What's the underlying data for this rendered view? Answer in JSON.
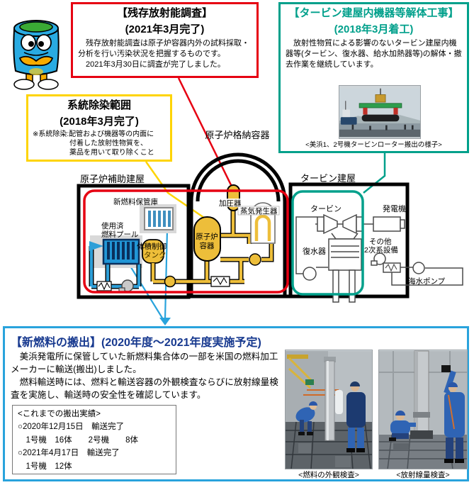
{
  "colors": {
    "accent_red": "#e60012",
    "accent_teal": "#00a08b",
    "accent_yellow": "#fed402",
    "accent_blue_border": "#29a3dc",
    "blue_title_text": "#17398f",
    "pipe_yellow": "#edbe3a",
    "pipe_blue": "#2e9fd8"
  },
  "boxes": {
    "residual_survey": {
      "title1": "【残存放射能調査】",
      "title2": "(2021年3月完了)",
      "body1": "残存放射能調査は原子炉容器内外の試料採取・分析を行い汚染状況を把握するものです。",
      "body2": "2021年3月30日に調査が完了しました。"
    },
    "turbine_demolition": {
      "title1": "【タービン建屋内機器等解体工事】",
      "title2": "(2018年3月着工)",
      "body": "放射性物質による影響のないタービン建屋内機器等(タービン、復水器、給水加熱器等)の解体・撤去作業を継続しています。",
      "photo_caption": "<美浜1、2号機タービンローター搬出の様子>"
    },
    "system_decon": {
      "title1": "系統除染範囲",
      "title2": "(2018年3月完了)",
      "note1": "※系統除染:配管および機器等の内面に",
      "note2": "付着した放射性物質を、",
      "note3": "薬品を用いて取り除くこと"
    },
    "new_fuel": {
      "title": "【新燃料の搬出】(2020年度〜2021年度実施予定)",
      "body1": "美浜発電所に保管していた新燃料集合体の一部を米国の燃料加工メーカーに輸送(搬出)しました。",
      "body2": "燃料輸送時には、燃料と輸送容器の外観検査ならびに放射線量検査を実施し、輸送時の安全性を確認しています。",
      "records_title": "<これまでの搬出実績>",
      "records": [
        "○2020年12月15日　輸送完了",
        "　1号機　16体　　2号機　　8体",
        "○2021年4月17日　輸送完了",
        "　1号機　12体"
      ],
      "photo1_caption": "<燃料の外観検査>",
      "photo2_caption": "<放射線量検査>"
    }
  },
  "diagram": {
    "labels": {
      "containment": "原子炉格納容器",
      "aux_building": "原子炉補助建屋",
      "turbine_building": "タービン建屋",
      "new_fuel_storage": "新燃料保管庫",
      "spent_fuel_pool_1": "使用済",
      "spent_fuel_pool_2": "燃料プール",
      "volume_tank_1": "体積制御",
      "volume_tank_2": "タンク",
      "pressurizer": "加圧器",
      "steam_generator": "蒸気発生器",
      "reactor_vessel_1": "原子炉",
      "reactor_vessel_2": "容器",
      "turbine": "タービン",
      "generator": "発電機",
      "condenser": "復水器",
      "other_secondary_1": "その他",
      "other_secondary_2": "2次系設備",
      "seawater_pump": "海水ポンプ"
    }
  }
}
